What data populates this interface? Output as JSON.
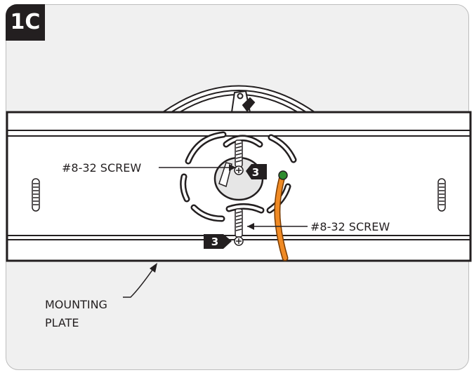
{
  "step": {
    "label": "1C"
  },
  "labels": {
    "screw_upper": "#8-32 SCREW",
    "screw_lower": "#8-32 SCREW",
    "mounting_plate_line1": "MOUNTING",
    "mounting_plate_line2": "PLATE"
  },
  "callouts": {
    "upper_number": "3",
    "lower_number": "3"
  },
  "colors": {
    "wire": "#f08a24",
    "wire_outline": "#7a3b00",
    "ground_screw": "#2e8b2e",
    "ink": "#231f20",
    "background": "#f0f0f0"
  },
  "icons": [
    "screw-icon",
    "arrow-icon",
    "callout-badge-icon"
  ]
}
